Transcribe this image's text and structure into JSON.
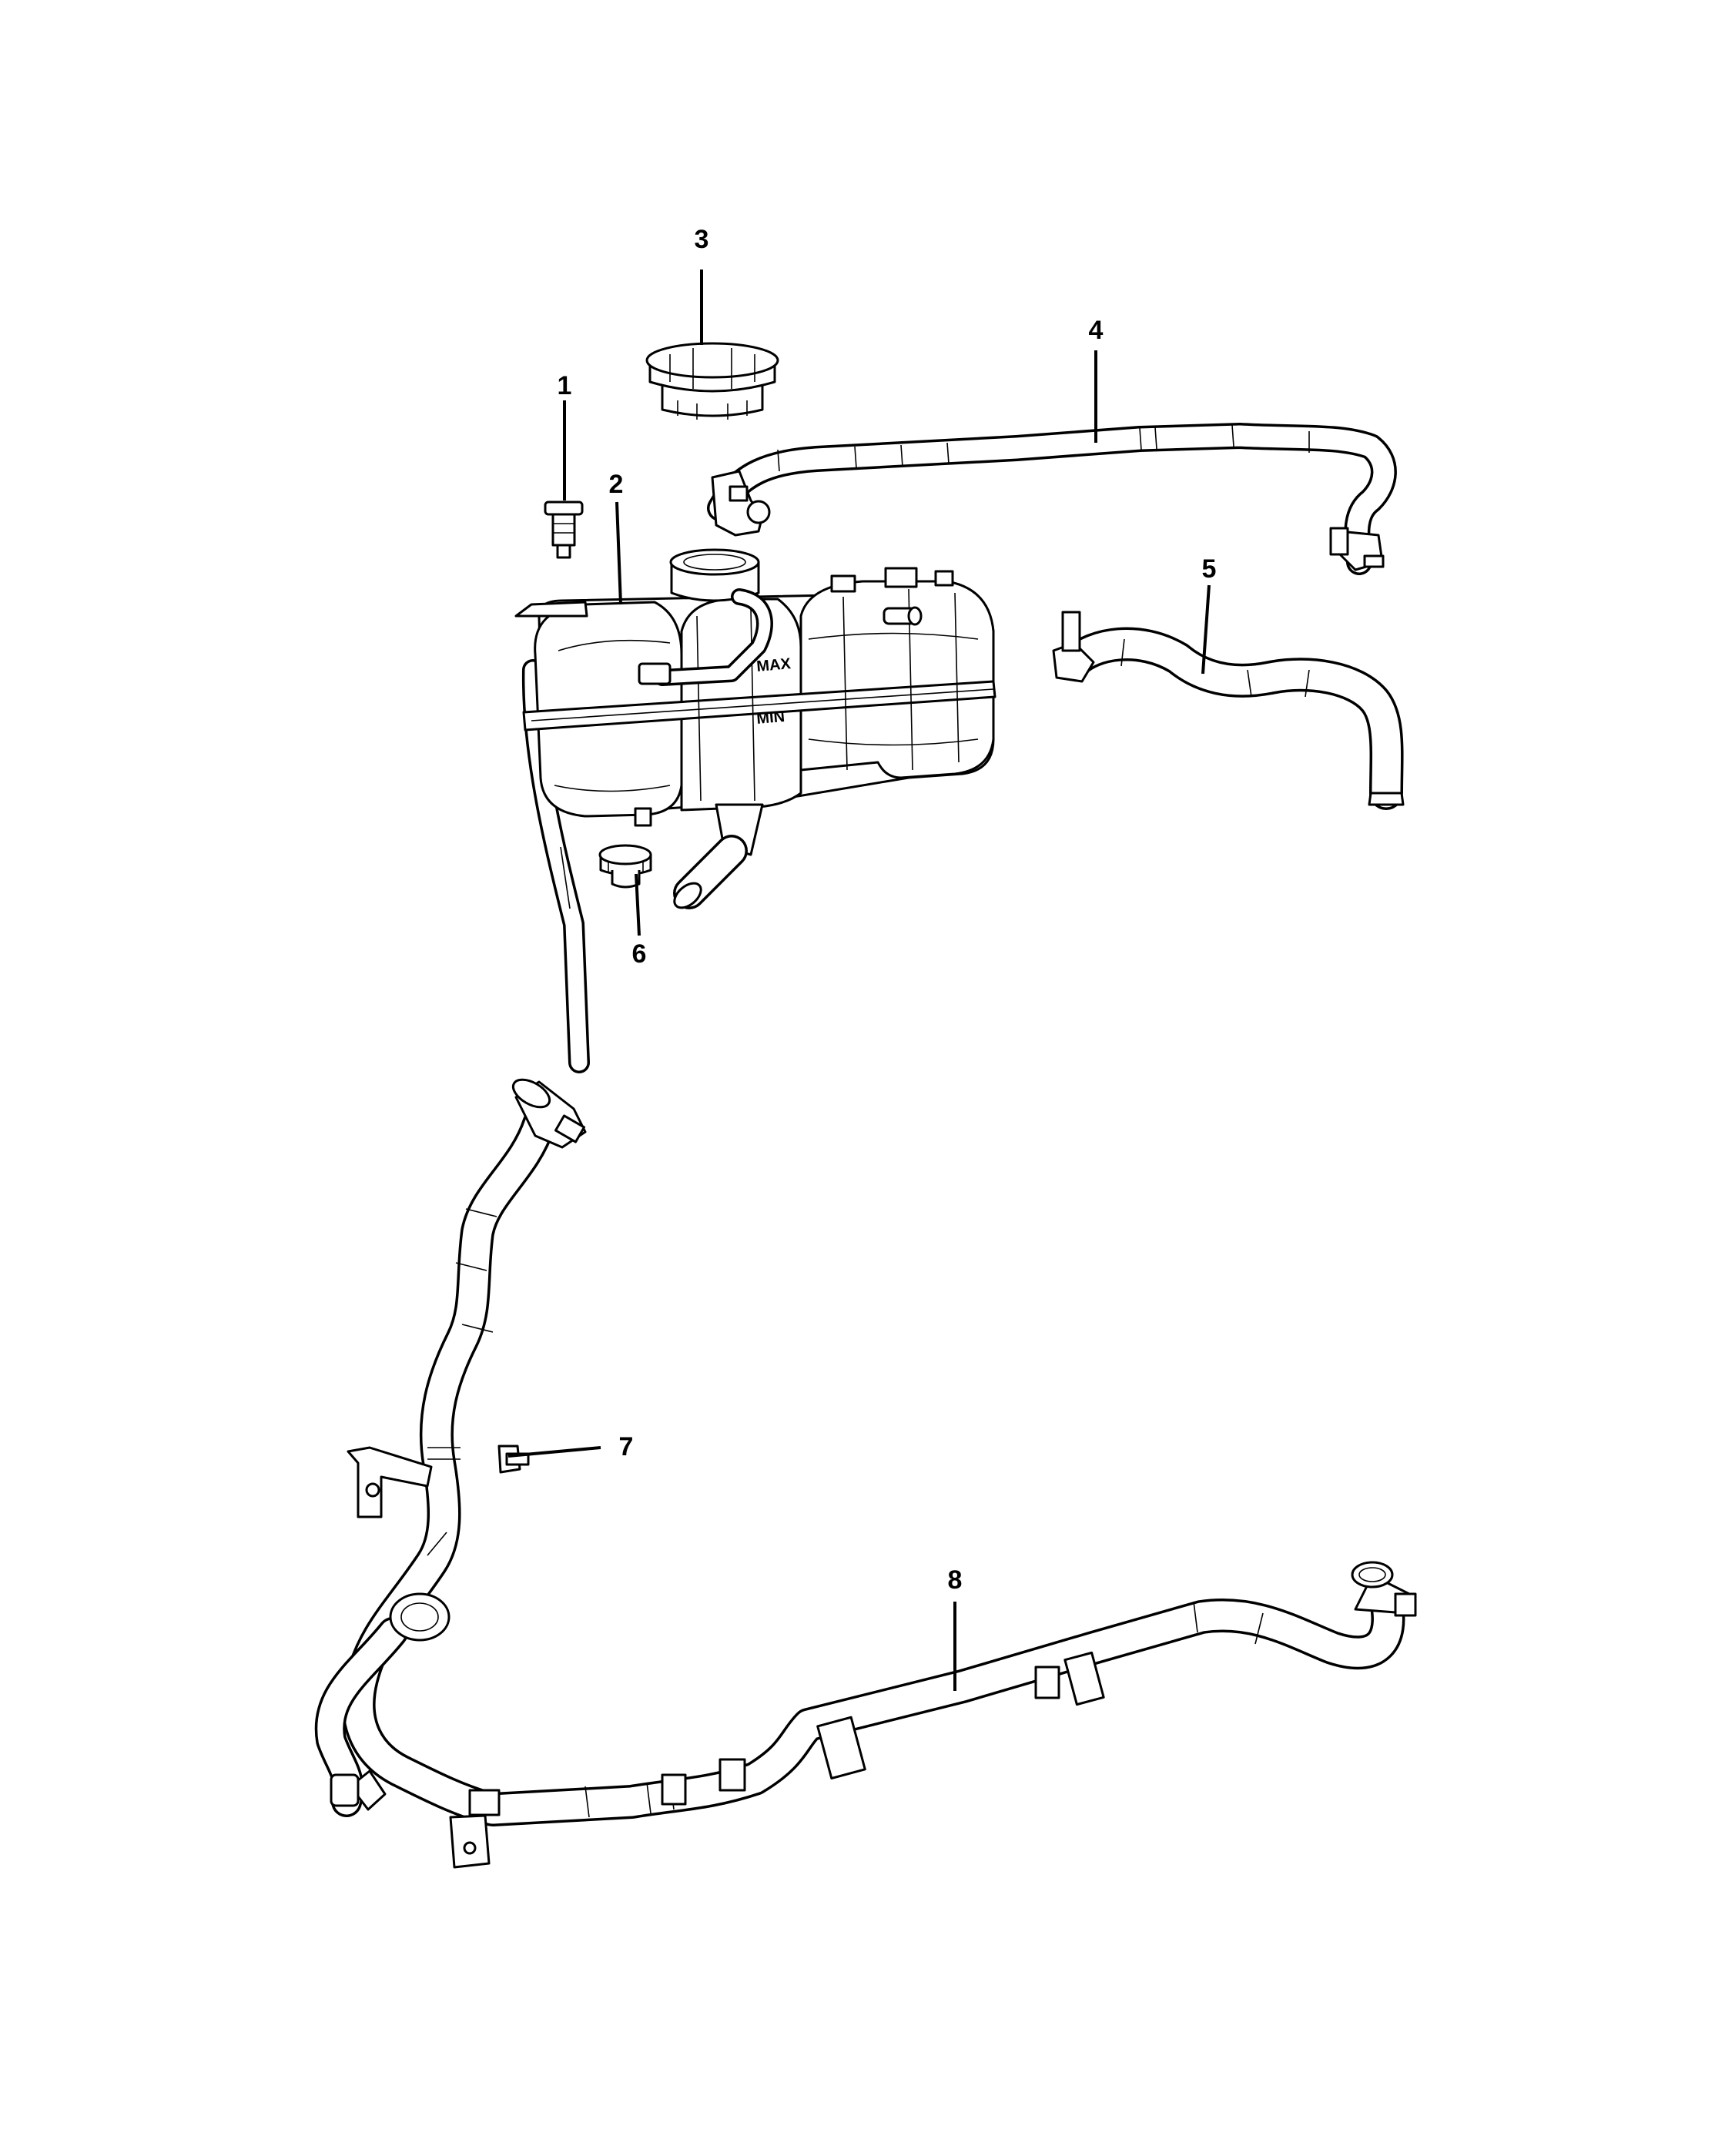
{
  "callouts": [
    {
      "id": "1",
      "label": "1"
    },
    {
      "id": "2",
      "label": "2"
    },
    {
      "id": "3",
      "label": "3"
    },
    {
      "id": "4",
      "label": "4"
    },
    {
      "id": "5",
      "label": "5"
    },
    {
      "id": "6",
      "label": "6"
    },
    {
      "id": "7",
      "label": "7"
    },
    {
      "id": "8",
      "label": "8"
    }
  ],
  "reservoir_markings": {
    "max": "MAX",
    "min": "MIN"
  }
}
